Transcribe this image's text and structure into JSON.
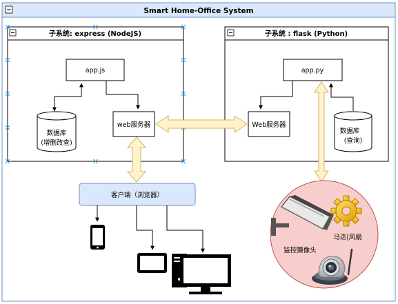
{
  "system": {
    "title": "Smart Home-Office System"
  },
  "subsystems": [
    {
      "title": "子系统: express (NodeJS)"
    },
    {
      "title": "子系统 : flask (Python)"
    }
  ],
  "nodes": {
    "app_js": "app.js",
    "web_server_left": "web服务器",
    "db_left": {
      "line1": "数据库",
      "line2": "(增删改查)"
    },
    "app_py": "app.py",
    "web_server_right": "Web服务器",
    "db_right": {
      "line1": "数据库",
      "line2": "(查询)"
    },
    "client": "客户端（浏览器）",
    "motor_fan": "马达|风扇",
    "camera": "监控摄像头"
  },
  "colors": {
    "title_bar": "#dae8fc",
    "client_fill": "#dae8fc",
    "client_stroke": "#6c8ebf",
    "arrow_fill": "#fff2cc",
    "arrow_stroke": "#d6b656",
    "device_circle": "#f8cecc",
    "device_circle_stroke": "#b85450",
    "selection_handle": "#29a3e6"
  },
  "icons": [
    "expand-icon",
    "phone-icon",
    "tablet-icon",
    "desktop-pc-icon",
    "security-camera-icon",
    "gear-icon",
    "ip-camera-icon"
  ]
}
